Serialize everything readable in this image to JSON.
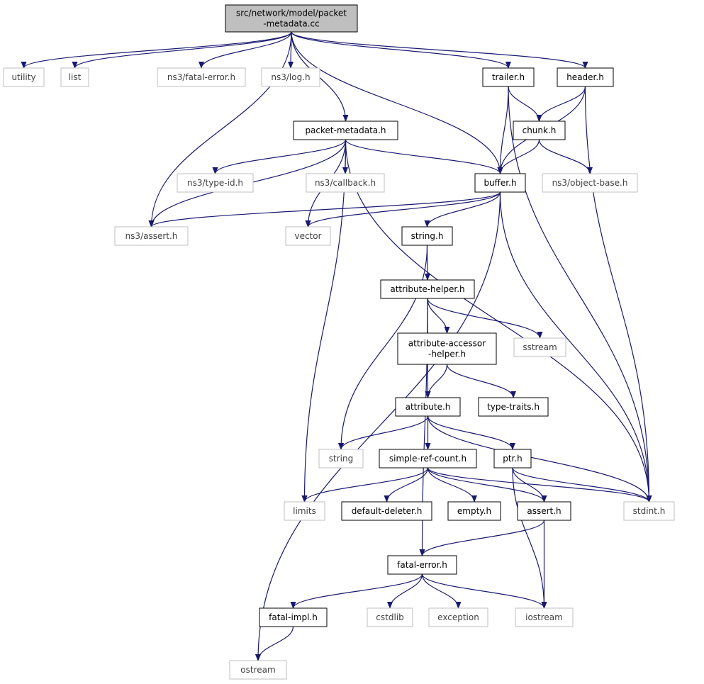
{
  "colors": {
    "edge": "#191970",
    "root_fill": "#bfbfbf",
    "local_stroke": "#000000",
    "system_stroke": "#bfbfbf",
    "system_text": "#404040",
    "text": "#000000"
  },
  "nodes": [
    {
      "id": "root",
      "lines": [
        "src/network/model/packet",
        "-metadata.cc"
      ],
      "kind": "root"
    },
    {
      "id": "utility",
      "lines": [
        "utility"
      ],
      "kind": "system"
    },
    {
      "id": "list",
      "lines": [
        "list"
      ],
      "kind": "system"
    },
    {
      "id": "ns3fatal",
      "lines": [
        "ns3/fatal-error.h"
      ],
      "kind": "system"
    },
    {
      "id": "ns3log",
      "lines": [
        "ns3/log.h"
      ],
      "kind": "system"
    },
    {
      "id": "trailer",
      "lines": [
        "trailer.h"
      ],
      "kind": "local"
    },
    {
      "id": "header",
      "lines": [
        "header.h"
      ],
      "kind": "local"
    },
    {
      "id": "pktmeta",
      "lines": [
        "packet-metadata.h"
      ],
      "kind": "local"
    },
    {
      "id": "chunk",
      "lines": [
        "chunk.h"
      ],
      "kind": "local"
    },
    {
      "id": "ns3typeid",
      "lines": [
        "ns3/type-id.h"
      ],
      "kind": "system"
    },
    {
      "id": "ns3callback",
      "lines": [
        "ns3/callback.h"
      ],
      "kind": "system"
    },
    {
      "id": "buffer",
      "lines": [
        "buffer.h"
      ],
      "kind": "local"
    },
    {
      "id": "ns3objbase",
      "lines": [
        "ns3/object-base.h"
      ],
      "kind": "system"
    },
    {
      "id": "ns3assert",
      "lines": [
        "ns3/assert.h"
      ],
      "kind": "system"
    },
    {
      "id": "vector",
      "lines": [
        "vector"
      ],
      "kind": "system"
    },
    {
      "id": "stringh",
      "lines": [
        "string.h"
      ],
      "kind": "local"
    },
    {
      "id": "attrhelper",
      "lines": [
        "attribute-helper.h"
      ],
      "kind": "local"
    },
    {
      "id": "attracc",
      "lines": [
        "attribute-accessor",
        "-helper.h"
      ],
      "kind": "local"
    },
    {
      "id": "sstream",
      "lines": [
        "sstream"
      ],
      "kind": "system"
    },
    {
      "id": "attribute",
      "lines": [
        "attribute.h"
      ],
      "kind": "local"
    },
    {
      "id": "typetraits",
      "lines": [
        "type-traits.h"
      ],
      "kind": "local"
    },
    {
      "id": "string",
      "lines": [
        "string"
      ],
      "kind": "system"
    },
    {
      "id": "simpleref",
      "lines": [
        "simple-ref-count.h"
      ],
      "kind": "local"
    },
    {
      "id": "ptr",
      "lines": [
        "ptr.h"
      ],
      "kind": "local"
    },
    {
      "id": "limits",
      "lines": [
        "limits"
      ],
      "kind": "system"
    },
    {
      "id": "defdel",
      "lines": [
        "default-deleter.h"
      ],
      "kind": "local"
    },
    {
      "id": "empty",
      "lines": [
        "empty.h"
      ],
      "kind": "local"
    },
    {
      "id": "assert",
      "lines": [
        "assert.h"
      ],
      "kind": "local"
    },
    {
      "id": "stdint",
      "lines": [
        "stdint.h"
      ],
      "kind": "system"
    },
    {
      "id": "fatalerror",
      "lines": [
        "fatal-error.h"
      ],
      "kind": "local"
    },
    {
      "id": "fatalimpl",
      "lines": [
        "fatal-impl.h"
      ],
      "kind": "local"
    },
    {
      "id": "cstdlib",
      "lines": [
        "cstdlib"
      ],
      "kind": "system"
    },
    {
      "id": "exception",
      "lines": [
        "exception"
      ],
      "kind": "system"
    },
    {
      "id": "iostream",
      "lines": [
        "iostream"
      ],
      "kind": "system"
    },
    {
      "id": "ostream",
      "lines": [
        "ostream"
      ],
      "kind": "system"
    }
  ],
  "edges": [
    [
      "root",
      "utility"
    ],
    [
      "root",
      "list"
    ],
    [
      "root",
      "ns3fatal"
    ],
    [
      "root",
      "ns3log"
    ],
    [
      "root",
      "trailer"
    ],
    [
      "root",
      "header"
    ],
    [
      "root",
      "pktmeta"
    ],
    [
      "root",
      "buffer"
    ],
    [
      "root",
      "ns3assert"
    ],
    [
      "trailer",
      "chunk"
    ],
    [
      "trailer",
      "buffer"
    ],
    [
      "trailer",
      "stdint"
    ],
    [
      "header",
      "chunk"
    ],
    [
      "header",
      "buffer"
    ],
    [
      "header",
      "stdint"
    ],
    [
      "chunk",
      "buffer"
    ],
    [
      "chunk",
      "ns3objbase"
    ],
    [
      "pktmeta",
      "ns3typeid"
    ],
    [
      "pktmeta",
      "ns3callback"
    ],
    [
      "pktmeta",
      "buffer"
    ],
    [
      "pktmeta",
      "ns3assert"
    ],
    [
      "pktmeta",
      "vector"
    ],
    [
      "pktmeta",
      "limits"
    ],
    [
      "pktmeta",
      "stdint"
    ],
    [
      "buffer",
      "ns3assert"
    ],
    [
      "buffer",
      "vector"
    ],
    [
      "buffer",
      "stringh"
    ],
    [
      "buffer",
      "ostream"
    ],
    [
      "buffer",
      "stdint"
    ],
    [
      "stringh",
      "attrhelper"
    ],
    [
      "stringh",
      "string"
    ],
    [
      "attrhelper",
      "attracc"
    ],
    [
      "attrhelper",
      "sstream"
    ],
    [
      "attrhelper",
      "attribute"
    ],
    [
      "attrhelper",
      "fatalerror"
    ],
    [
      "attracc",
      "attribute"
    ],
    [
      "attracc",
      "typetraits"
    ],
    [
      "attribute",
      "string"
    ],
    [
      "attribute",
      "simpleref"
    ],
    [
      "attribute",
      "ptr"
    ],
    [
      "attribute",
      "stdint"
    ],
    [
      "simpleref",
      "limits"
    ],
    [
      "simpleref",
      "defdel"
    ],
    [
      "simpleref",
      "empty"
    ],
    [
      "simpleref",
      "assert"
    ],
    [
      "simpleref",
      "stdint"
    ],
    [
      "ptr",
      "assert"
    ],
    [
      "ptr",
      "stdint"
    ],
    [
      "ptr",
      "iostream"
    ],
    [
      "assert",
      "fatalerror"
    ],
    [
      "assert",
      "iostream"
    ],
    [
      "fatalerror",
      "fatalimpl"
    ],
    [
      "fatalerror",
      "cstdlib"
    ],
    [
      "fatalerror",
      "exception"
    ],
    [
      "fatalerror",
      "iostream"
    ],
    [
      "fatalimpl",
      "ostream"
    ]
  ]
}
